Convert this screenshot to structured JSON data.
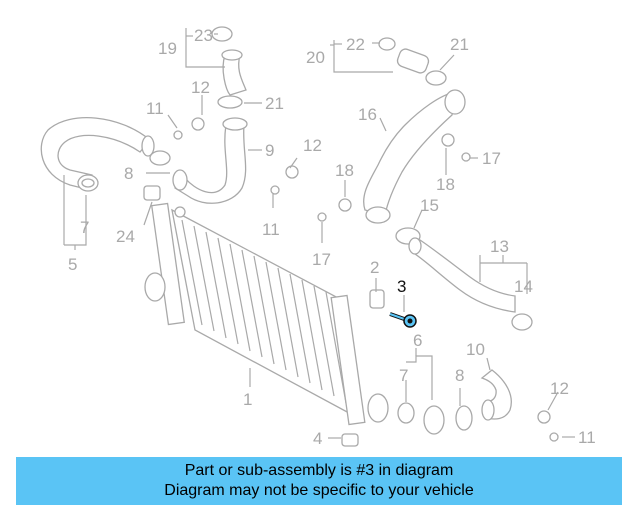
{
  "diagram": {
    "highlight_part": "3",
    "callouts": {
      "c1": "1",
      "c2": "2",
      "c3": "3",
      "c4": "4",
      "c5": "5",
      "c6": "6",
      "c7a": "7",
      "c7b": "7",
      "c8a": "8",
      "c8b": "8",
      "c9": "9",
      "c10": "10",
      "c11a": "11",
      "c11b": "11",
      "c11c": "11",
      "c12a": "12",
      "c12b": "12",
      "c12c": "12",
      "c13": "13",
      "c14": "14",
      "c15": "15",
      "c16": "16",
      "c17a": "17",
      "c17b": "17",
      "c18a": "18",
      "c18b": "18",
      "c19": "19",
      "c20": "20",
      "c21a": "21",
      "c21b": "21",
      "c22": "22",
      "c23": "23",
      "c24": "24"
    },
    "colors": {
      "parts": "#a9a9a9",
      "highlight": "#111111",
      "highlight_fill": "#5ac4f5",
      "banner": "#5ac4f5"
    }
  },
  "banner": {
    "line1": "Part or sub-assembly is #3 in diagram",
    "line2": "Diagram may not be specific to your vehicle"
  }
}
